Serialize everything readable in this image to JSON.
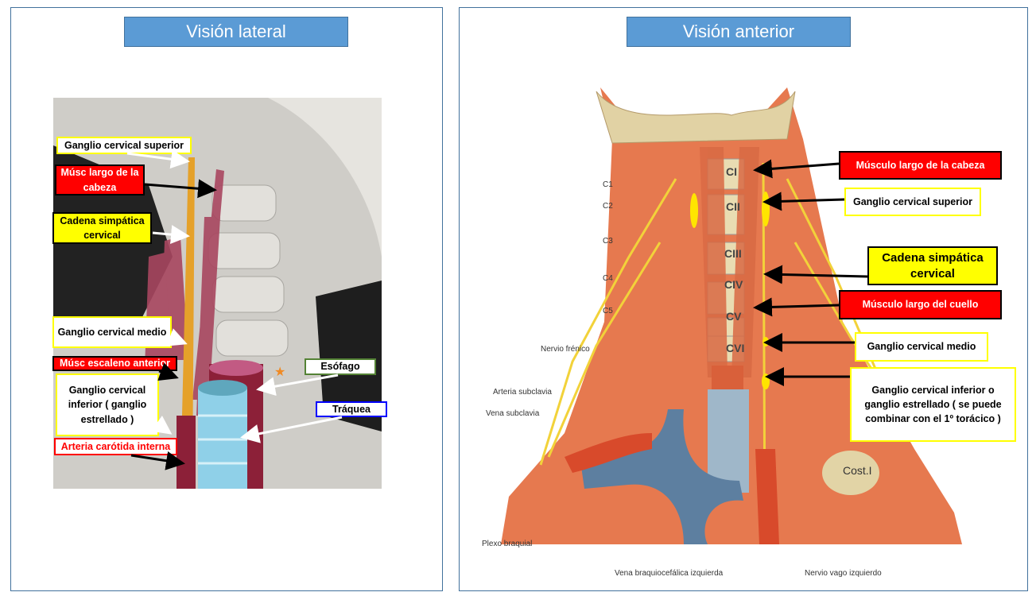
{
  "left_panel": {
    "title": "Visión lateral",
    "labels": {
      "ganglio_superior": "Ganglio cervical superior",
      "musc_largo_cabeza": "Músc largo de la cabeza",
      "cadena_simpatica": "Cadena simpática cervical",
      "ganglio_medio": "Ganglio cervical medio",
      "musc_escaleno": "Músc escaleno anterior",
      "ganglio_inferior": "Ganglio cervical inferior ( ganglio estrellado )",
      "arteria_carotida": "Arteria carótida interna",
      "esofago": "Esófago",
      "traquea": "Tráquea"
    }
  },
  "right_panel": {
    "title": "Visión anterior",
    "labels": {
      "musc_largo_cabeza": "Músculo largo de la cabeza",
      "ganglio_superior": "Ganglio cervical superior",
      "cadena_simpatica": "Cadena simpática cervical",
      "musc_largo_cuello": "Músculo largo del  cuello",
      "ganglio_medio": "Ganglio cervical medio",
      "ganglio_inferior": "Ganglio cervical inferior o ganglio estrellado ( se puede combinar con el 1º torácico )"
    },
    "small_labels": {
      "c1": "C1",
      "c2": "C2",
      "c3": "C3",
      "c4": "C4",
      "c5": "C5",
      "nervio_frenico": "Nervio frénico",
      "arteria_subclavia": "Arteria subclavia",
      "vena_subclavia": "Vena subclavia",
      "plexo_braquial": "Plexo braquial",
      "vena_braquiocefalica": "Vena braquiocefálica izquierda",
      "nervio_vago": "Nervio vago izquierdo",
      "cost": "Cost.I"
    },
    "vertebrae": [
      "CI",
      "CII",
      "CIII",
      "CIV",
      "CV",
      "CVI"
    ]
  }
}
